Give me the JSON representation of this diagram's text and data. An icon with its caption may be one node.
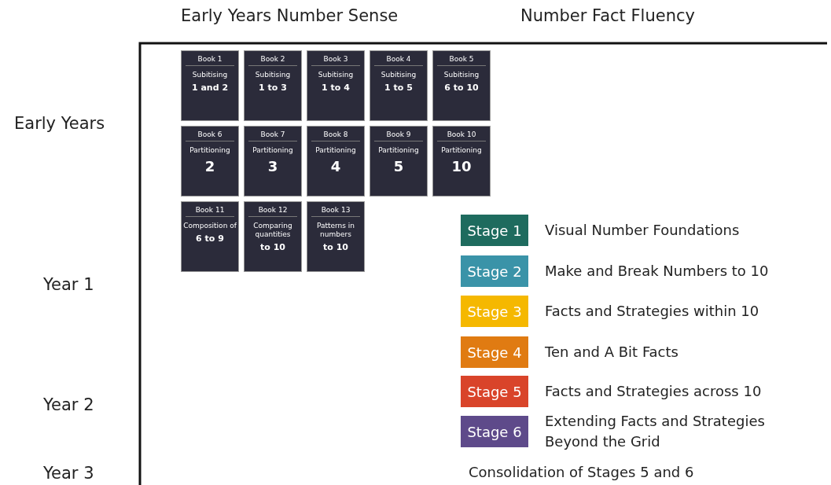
{
  "diagram": {
    "nodes": [
      {
        "text": [
          "Book 1",
          "Subitising",
          "1 and 2"
        ]
      },
      {
        "text": [
          "Book 2",
          "Subitising",
          "1 to 3"
        ]
      },
      {
        "text": [
          "Book 3",
          "Subitising",
          "1 to 4"
        ]
      },
      {
        "text": [
          "Book 4",
          "Subitising",
          "1 to 5"
        ]
      },
      {
        "text": [
          "Book 5",
          "Subitising",
          "6 to 10"
        ]
      },
      {
        "text": [
          "Book 6",
          "Partitioning",
          "2"
        ]
      },
      {
        "text": [
          "Book 7",
          "Partitioning",
          "3"
        ]
      },
      {
        "text": [
          "Book 8",
          "Partitioning",
          "4"
        ]
      },
      {
        "text": [
          "Book 9",
          "Partitioning",
          "5"
        ]
      },
      {
        "text": [
          "Book 10",
          "Partitioning",
          "10"
        ]
      },
      {
        "text": [
          "Book 11",
          "Composition of",
          "6 to 9"
        ]
      },
      {
        "text": [
          "Book 12",
          "Comparing quantities",
          "to 10"
        ]
      },
      {
        "text": [
          "Book 13",
          "Patterns in numbers",
          "to 10"
        ]
      },
      {
        "text": [
          "Stage 1"
        ],
        "beside": [
          "Visual Number Foundations"
        ]
      },
      {
        "text": [
          "Stage 2"
        ],
        "beside": [
          "Make and Break Numbers to 10"
        ]
      },
      {
        "text": [
          "Stage 3"
        ],
        "beside": [
          "Facts and Strategies within 10"
        ]
      },
      {
        "text": [
          "Stage 4"
        ],
        "beside": [
          "Ten and A Bit Facts"
        ]
      },
      {
        "text": [
          "Stage 5"
        ],
        "beside": [
          "Facts and Strategies across 10"
        ]
      },
      {
        "text": [
          "Stage 6"
        ],
        "beside": [
          "Extending Facts and Strategies Beyond the Grid"
        ]
      }
    ],
    "edges": [],
    "labels": [
      "Early Years Number Sense",
      "Number Fact Fluency",
      "Early Years",
      "Year 1",
      "Year 2",
      "Year 3",
      "Consolidation of Stages 5 and 6"
    ]
  }
}
